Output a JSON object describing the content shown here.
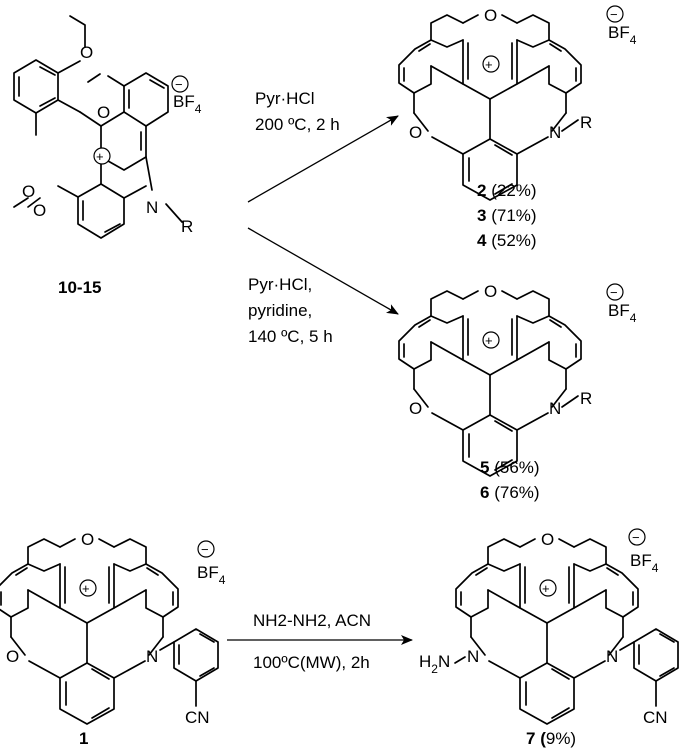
{
  "reactions": [
    {
      "conditions": [
        "Pyr·HCl",
        "200 ºC, 2 h"
      ]
    },
    {
      "conditions": [
        "Pyr·HCl,",
        "pyridine,",
        "140 ºC, 5 h"
      ]
    },
    {
      "conditions": [
        "NH2-NH2, ACN",
        "100ºC(MW), 2h"
      ]
    }
  ],
  "compounds": {
    "starting_material": {
      "id": "10-15"
    },
    "products_a": [
      {
        "id": "2",
        "yield": "(22%)"
      },
      {
        "id": "3",
        "yield": "(71%)"
      },
      {
        "id": "4",
        "yield": "(52%)"
      }
    ],
    "products_b": [
      {
        "id": "5",
        "yield": "(56%)"
      },
      {
        "id": "6",
        "yield": "(76%)"
      }
    ],
    "reactant_c": {
      "id": "1"
    },
    "product_c": {
      "id": "7",
      "yield": "(9%)",
      "yield_bold_open": " (",
      "yield_rest": "9%)"
    }
  },
  "atoms": {
    "oxygen": "O",
    "nitrogen": "N",
    "r_group": "R",
    "counterion": "BF",
    "counterion_sub": "4",
    "nitrile": "CN",
    "hydrazine_h": "H",
    "hydrazine_sub": "2",
    "hydrazine_n": "N",
    "charge_minus": "−",
    "charge_plus": "+"
  }
}
